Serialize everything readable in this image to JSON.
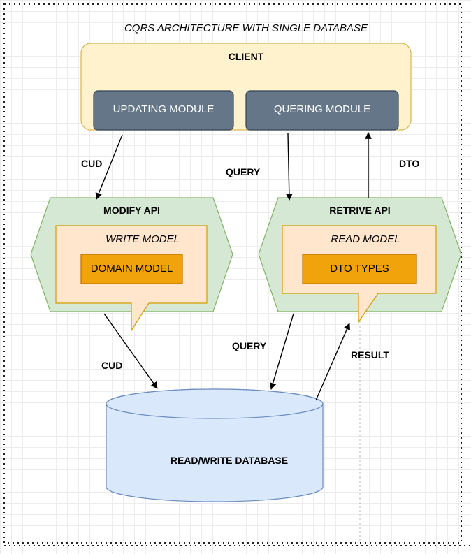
{
  "diagram": {
    "title": "CQRS ARCHITECTURE WITH  SINGLE DATABASE",
    "client": {
      "label": "CLIENT",
      "updating_module": "UPDATING MODULE",
      "quering_module": "QUERING MODULE"
    },
    "modify_api": {
      "label": "MODIFY API",
      "write_model": "WRITE MODEL",
      "domain_model": "DOMAIN MODEL"
    },
    "retrive_api": {
      "label": "RETRIVE API",
      "read_model": "READ MODEL",
      "dto_types": "DTO TYPES"
    },
    "database": {
      "label": "READ/WRITE DATABASE"
    },
    "edges": {
      "cud_top": "CUD",
      "query_top": "QUERY",
      "dto": "DTO",
      "cud_bottom": "CUD",
      "query_bottom": "QUERY",
      "result": "RESULT"
    }
  },
  "colors": {
    "client_fill": "#fff2cc",
    "client_stroke": "#d6b656",
    "module_fill": "#647687",
    "module_stroke": "#314354",
    "api_fill": "#d5e8d4",
    "api_stroke": "#82b366",
    "model_fill": "#ffe6cc",
    "model_stroke": "#d79b00",
    "inner_fill": "#f0a30a",
    "inner_stroke": "#bd7000",
    "db_fill": "#dae8fc",
    "db_stroke": "#6c8ebf"
  }
}
